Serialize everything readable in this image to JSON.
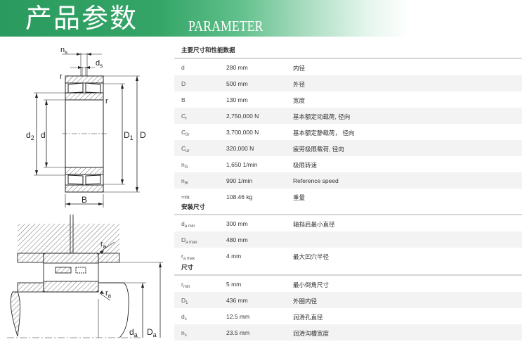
{
  "banner": {
    "title_cn": "产品参数",
    "title_en": "PARAMETER"
  },
  "table": {
    "header": "主要尺寸和性能数据",
    "sections": [
      {
        "rows": [
          {
            "sym": "d",
            "sub": "",
            "value": "280 mm",
            "desc": "内径"
          },
          {
            "sym": "D",
            "sub": "",
            "value": "500 mm",
            "desc": "外径"
          },
          {
            "sym": "B",
            "sub": "",
            "value": "130 mm",
            "desc": "宽度"
          },
          {
            "sym": "C",
            "sub": "r",
            "value": "2,750,000 N",
            "desc": "基本额定动载荷, 径向"
          },
          {
            "sym": "C",
            "sub": "0r",
            "value": "3,700,000 N",
            "desc": "基本额定静载荷， 径向"
          },
          {
            "sym": "C",
            "sub": "ur",
            "value": "320,000 N",
            "desc": "疲劳极限载荷, 径向"
          },
          {
            "sym": "n",
            "sub": "G",
            "value": "1,650 1/min",
            "desc": "极限转速"
          },
          {
            "sym": "n",
            "sub": "ϑr",
            "value": "990 1/min",
            "desc": "Reference speed"
          },
          {
            "sym": "≈m",
            "sub": "",
            "value": "108.46 kg",
            "desc": "重量",
            "section_label": "安装尺寸"
          }
        ]
      },
      {
        "rows": [
          {
            "sym": "d",
            "sub": "a min",
            "value": "300 mm",
            "desc": "轴挡肩最小直径"
          },
          {
            "sym": "D",
            "sub": "a max",
            "value": "480 mm",
            "desc": ""
          },
          {
            "sym": "r",
            "sub": "a max",
            "value": "4 mm",
            "desc": "最大凹穴半径",
            "section_label": "尺寸"
          }
        ]
      },
      {
        "rows": [
          {
            "sym": "r",
            "sub": "min",
            "value": "5 mm",
            "desc": "最小倒角尺寸"
          },
          {
            "sym": "D",
            "sub": "1",
            "value": "436 mm",
            "desc": "外圈内径"
          },
          {
            "sym": "d",
            "sub": "s",
            "value": "12.5 mm",
            "desc": "润滑孔直径"
          },
          {
            "sym": "n",
            "sub": "s",
            "value": "23.5 mm",
            "desc": "润滑沟槽宽度"
          }
        ]
      }
    ]
  },
  "diagram_top": {
    "ns": "n",
    "ns_sub": "s",
    "ds": "d",
    "ds_sub": "s",
    "r1": "r",
    "r2": "r",
    "d2": "d",
    "d2_sub": "2",
    "d": "d",
    "D1": "D",
    "D1_sub": "1",
    "D": "D",
    "B": "B"
  },
  "diagram_bottom": {
    "ra1": "r",
    "ra1_sub": "a",
    "ra2": "r",
    "ra2_sub": "a",
    "da": "d",
    "da_sub": "a",
    "Da": "D",
    "Da_sub": "a"
  }
}
